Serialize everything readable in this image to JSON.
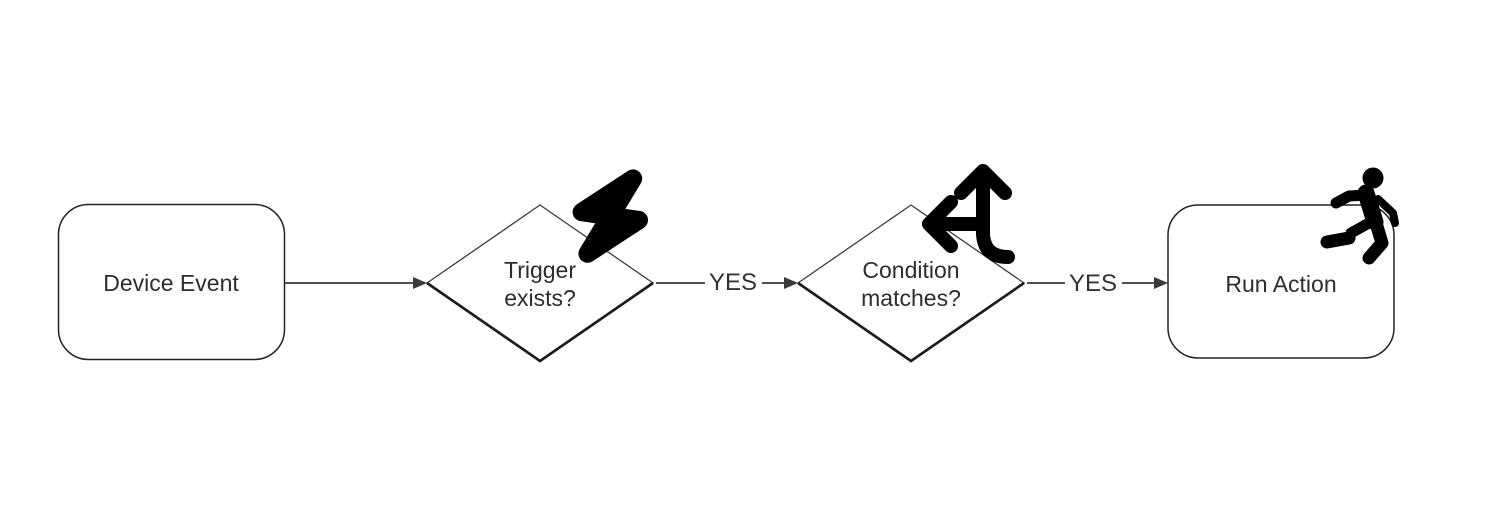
{
  "colors": {
    "background": "#ffffff",
    "node_fill": "#ffffff",
    "node_border": "#222222",
    "decision_border_thin": "#3c3c3c",
    "decision_border_thick": "#1c1c1c",
    "edge": "#3a3a3a",
    "text": "#2d2d2d",
    "icon": "#000000"
  },
  "flowchart": {
    "nodes": [
      {
        "id": "device-event",
        "shape": "rounded-rectangle",
        "label": "Device Event",
        "icon": ""
      },
      {
        "id": "trigger-exists",
        "shape": "diamond",
        "label": "Trigger\nexists?",
        "icon": "bolt-icon"
      },
      {
        "id": "condition-matches",
        "shape": "diamond",
        "label": "Condition\nmatches?",
        "icon": "arrows-split-up-and-left-icon"
      },
      {
        "id": "run-action",
        "shape": "rounded-rectangle",
        "label": "Run Action",
        "icon": "person-running-icon"
      }
    ],
    "edges": [
      {
        "from": "device-event",
        "to": "trigger-exists",
        "label": ""
      },
      {
        "from": "trigger-exists",
        "to": "condition-matches",
        "label": "YES"
      },
      {
        "from": "condition-matches",
        "to": "run-action",
        "label": "YES"
      }
    ]
  }
}
